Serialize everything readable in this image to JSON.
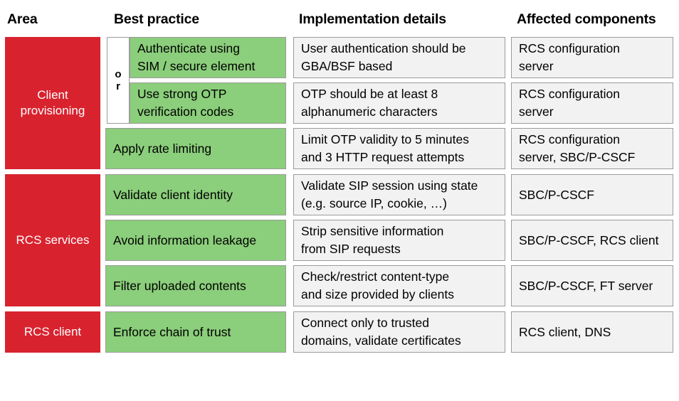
{
  "colors": {
    "area_red": "#D8232F",
    "practice_green": "#8BCE7B",
    "detail_grey": "#F2F2F2",
    "cell_border": "#9b9b9b",
    "header_text": "#000000",
    "area_text": "#FFFFFF"
  },
  "headers": [
    {
      "key": "area",
      "label": "Area"
    },
    {
      "key": "practice",
      "label": "Best practice"
    },
    {
      "key": "details",
      "label": "Implementation details"
    },
    {
      "key": "affected",
      "label": "Affected components"
    }
  ],
  "or_label": {
    "line1": "o",
    "line2": "r"
  },
  "sections": [
    {
      "area": "Client\nprovisioning",
      "has_or_bracket": true,
      "rows": [
        {
          "practice": "Authenticate using\nSIM / secure element",
          "details": "User authentication should be\nGBA/BSF based",
          "affected": "RCS configuration\nserver",
          "in_or_group": true
        },
        {
          "practice": "Use strong OTP\nverification codes",
          "details": "OTP should be at least 8\nalphanumeric characters",
          "affected": "RCS configuration\nserver",
          "in_or_group": true
        },
        {
          "practice": "Apply rate limiting",
          "details": "Limit OTP validity to 5 minutes\nand 3 HTTP request attempts",
          "affected": "RCS configuration\nserver, SBC/P-CSCF",
          "in_or_group": false
        }
      ]
    },
    {
      "area": "RCS services",
      "has_or_bracket": false,
      "rows": [
        {
          "practice": "Validate client identity",
          "details": "Validate SIP session using state\n(e.g. source IP, cookie, …)",
          "affected": "SBC/P-CSCF",
          "in_or_group": false
        },
        {
          "practice": "Avoid information leakage",
          "details": "Strip sensitive information\nfrom SIP requests",
          "affected": "SBC/P-CSCF, RCS client",
          "in_or_group": false
        },
        {
          "practice": "Filter uploaded contents",
          "details": "Check/restrict content-type\nand size provided by clients",
          "affected": "SBC/P-CSCF, FT server",
          "in_or_group": false
        }
      ]
    },
    {
      "area": "RCS client",
      "has_or_bracket": false,
      "rows": [
        {
          "practice": "Enforce chain of trust",
          "details": "Connect only to trusted\ndomains, validate certificates",
          "affected": "RCS client, DNS",
          "in_or_group": false
        }
      ]
    }
  ]
}
